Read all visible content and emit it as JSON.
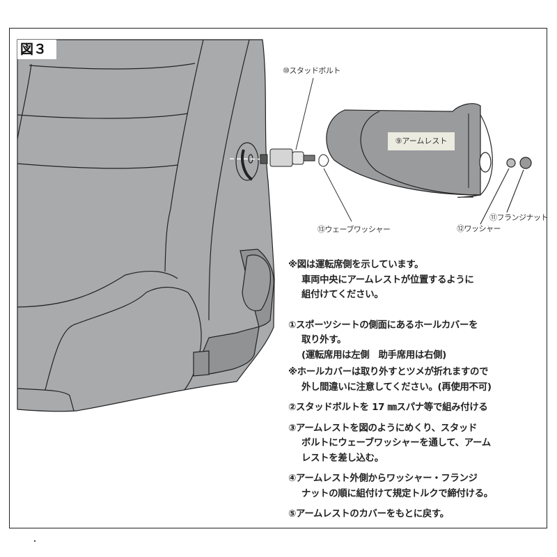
{
  "figure": {
    "title": "図３",
    "colors": {
      "seat": "#a8aaac",
      "seat_dark": "#909294",
      "label_bg": "#ecebe0"
    },
    "labels": {
      "armrest": "⑨アームレスト",
      "stud_bolt": "⑩スタッドボルト",
      "flange_nut": "⑪フランジナット",
      "washer": "⑫ワッシャー",
      "wave_washer": "⑬ウェーブワッシャー"
    }
  },
  "instructions": {
    "note1": [
      "※図は運転席側を示しています。",
      "車両中央にアームレストが位置するように",
      "組付けてください。"
    ],
    "step1": [
      "①スポーツシートの側面にあるホールカバーを",
      "取り外す。",
      "(運転席用は左側　助手席用は右側)"
    ],
    "note2": [
      "※ホールカバーは取り外すとツメが折れますので",
      "外し間違いに注意してください。(再使用不可)"
    ],
    "step2": [
      "②スタッドボルトを 17 ㎜スパナ等で組み付ける"
    ],
    "step3": [
      "③アームレストを図のようにめくり、スタッド",
      "ボルトにウェーブワッシャーを通して、アーム",
      "レストを差し込む。"
    ],
    "step4": [
      "④アームレスト外側からワッシャー・フランジ",
      "ナットの順に組付けて規定トルクで締付ける。"
    ],
    "step5": [
      "⑤アームレストのカバーをもとに戻す。"
    ]
  }
}
